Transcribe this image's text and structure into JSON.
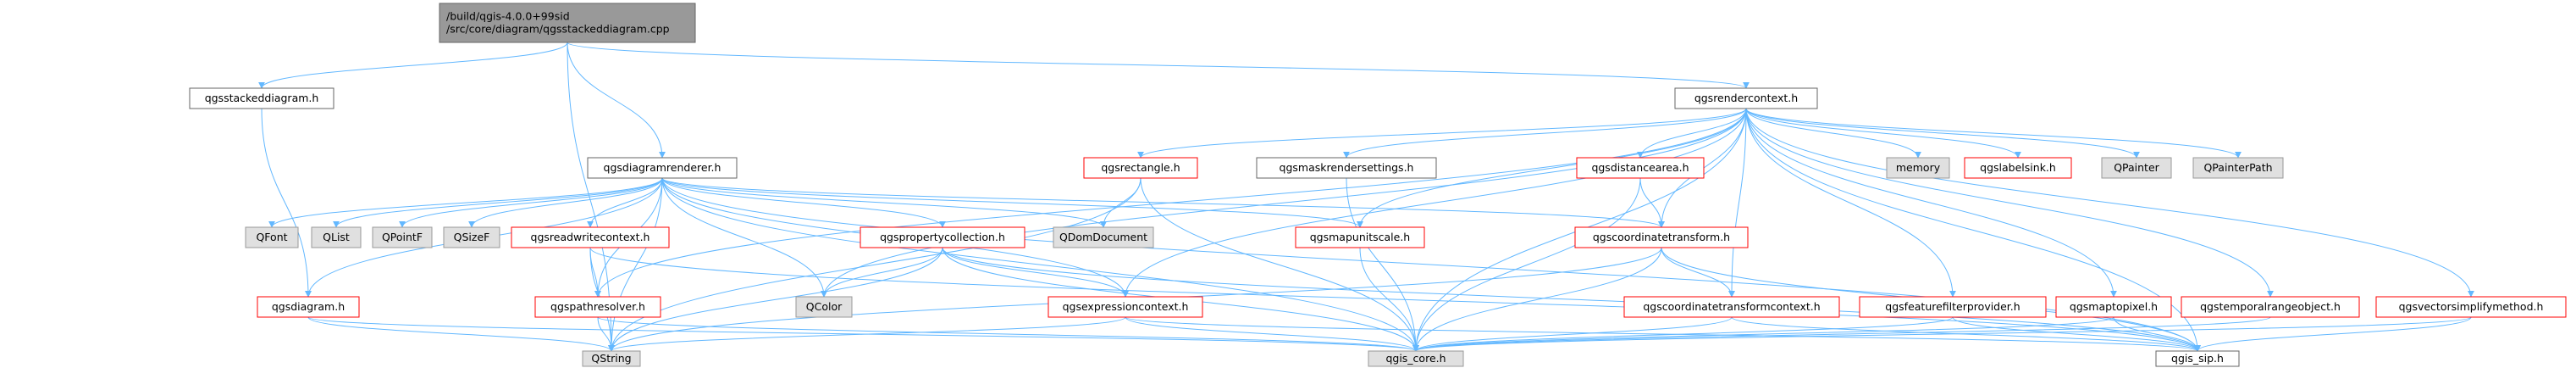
{
  "colors": {
    "root_fill": "#999999",
    "plain_border": "#666666",
    "red_border": "#ff0000",
    "external_fill": "#e0e0e0",
    "external_border": "#999999",
    "edge": "#63b8ff",
    "text": "#000000"
  },
  "nodes": [
    {
      "id": "root",
      "lines": [
        "/build/qgis-4.0.0+99sid",
        "/src/core/diagram/qgsstackeddiagram.cpp"
      ],
      "style": "root"
    },
    {
      "id": "qgsstackeddiagram",
      "lines": [
        "qgsstackeddiagram.h"
      ],
      "style": "plain"
    },
    {
      "id": "qgsdiagramrenderer",
      "lines": [
        "qgsdiagramrenderer.h"
      ],
      "style": "plain"
    },
    {
      "id": "qgsrendercontext",
      "lines": [
        "qgsrendercontext.h"
      ],
      "style": "plain"
    },
    {
      "id": "qgsmaskrendersettings",
      "lines": [
        "qgsmaskrendersettings.h"
      ],
      "style": "plain"
    },
    {
      "id": "qgsrectangle",
      "lines": [
        "qgsrectangle.h"
      ],
      "style": "red"
    },
    {
      "id": "qgsdistancearea",
      "lines": [
        "qgsdistancearea.h"
      ],
      "style": "red"
    },
    {
      "id": "qgslabelsink",
      "lines": [
        "qgslabelsink.h"
      ],
      "style": "red"
    },
    {
      "id": "memory",
      "lines": [
        "memory"
      ],
      "style": "ext"
    },
    {
      "id": "QPainter",
      "lines": [
        "QPainter"
      ],
      "style": "ext"
    },
    {
      "id": "QPainterPath",
      "lines": [
        "QPainterPath"
      ],
      "style": "ext"
    },
    {
      "id": "QFont",
      "lines": [
        "QFont"
      ],
      "style": "ext"
    },
    {
      "id": "QList",
      "lines": [
        "QList"
      ],
      "style": "ext"
    },
    {
      "id": "QPointF",
      "lines": [
        "QPointF"
      ],
      "style": "ext"
    },
    {
      "id": "QSizeF",
      "lines": [
        "QSizeF"
      ],
      "style": "ext"
    },
    {
      "id": "qgsreadwritecontext",
      "lines": [
        "qgsreadwritecontext.h"
      ],
      "style": "red"
    },
    {
      "id": "qgspropertycollection",
      "lines": [
        "qgspropertycollection.h"
      ],
      "style": "red"
    },
    {
      "id": "QDomDocument",
      "lines": [
        "QDomDocument"
      ],
      "style": "ext"
    },
    {
      "id": "qgsmapunitscale",
      "lines": [
        "qgsmapunitscale.h"
      ],
      "style": "red"
    },
    {
      "id": "qgscoordinatetransform",
      "lines": [
        "qgscoordinatetransform.h"
      ],
      "style": "red"
    },
    {
      "id": "qgsdiagram",
      "lines": [
        "qgsdiagram.h"
      ],
      "style": "red"
    },
    {
      "id": "qgspathresolver",
      "lines": [
        "qgspathresolver.h"
      ],
      "style": "red"
    },
    {
      "id": "QColor",
      "lines": [
        "QColor"
      ],
      "style": "ext"
    },
    {
      "id": "qgsexpressioncontext",
      "lines": [
        "qgsexpressioncontext.h"
      ],
      "style": "red"
    },
    {
      "id": "qgscoordinatetransformcontext",
      "lines": [
        "qgscoordinatetransformcontext.h"
      ],
      "style": "red"
    },
    {
      "id": "qgsfeaturefilterprovider",
      "lines": [
        "qgsfeaturefilterprovider.h"
      ],
      "style": "red"
    },
    {
      "id": "qgsmaptopixel",
      "lines": [
        "qgsmaptopixel.h"
      ],
      "style": "red"
    },
    {
      "id": "qgstemporalrangeobject",
      "lines": [
        "qgstemporalrangeobject.h"
      ],
      "style": "red"
    },
    {
      "id": "qgsvectorsimplifymethod",
      "lines": [
        "qgsvectorsimplifymethod.h"
      ],
      "style": "red"
    },
    {
      "id": "QString",
      "lines": [
        "QString"
      ],
      "style": "ext"
    },
    {
      "id": "qgis_core",
      "lines": [
        "qgis_core.h"
      ],
      "style": "ext"
    },
    {
      "id": "qgis_sip",
      "lines": [
        "qgis_sip.h"
      ],
      "style": "plain"
    }
  ],
  "edges": [
    [
      "root",
      "qgsstackeddiagram"
    ],
    [
      "root",
      "qgsdiagramrenderer"
    ],
    [
      "root",
      "qgsrendercontext"
    ],
    [
      "root",
      "QString"
    ],
    [
      "qgsstackeddiagram",
      "qgsdiagram"
    ],
    [
      "qgsdiagramrenderer",
      "QFont"
    ],
    [
      "qgsdiagramrenderer",
      "QList"
    ],
    [
      "qgsdiagramrenderer",
      "QPointF"
    ],
    [
      "qgsdiagramrenderer",
      "QSizeF"
    ],
    [
      "qgsdiagramrenderer",
      "qgsreadwritecontext"
    ],
    [
      "qgsdiagramrenderer",
      "qgspropertycollection"
    ],
    [
      "qgsdiagramrenderer",
      "QDomDocument"
    ],
    [
      "qgsdiagramrenderer",
      "qgsmapunitscale"
    ],
    [
      "qgsdiagramrenderer",
      "qgscoordinatetransform"
    ],
    [
      "qgsdiagramrenderer",
      "qgsdiagram"
    ],
    [
      "qgsdiagramrenderer",
      "qgspathresolver"
    ],
    [
      "qgsdiagramrenderer",
      "QColor"
    ],
    [
      "qgsdiagramrenderer",
      "qgsexpressioncontext"
    ],
    [
      "qgsdiagramrenderer",
      "QString"
    ],
    [
      "qgsdiagramrenderer",
      "qgis_core"
    ],
    [
      "qgsdiagramrenderer",
      "qgis_sip"
    ],
    [
      "qgsrendercontext",
      "qgsrectangle"
    ],
    [
      "qgsrendercontext",
      "qgsmaskrendersettings"
    ],
    [
      "qgsrendercontext",
      "qgsdistancearea"
    ],
    [
      "qgsrendercontext",
      "memory"
    ],
    [
      "qgsrendercontext",
      "qgslabelsink"
    ],
    [
      "qgsrendercontext",
      "QPainter"
    ],
    [
      "qgsrendercontext",
      "QPainterPath"
    ],
    [
      "qgsrendercontext",
      "QColor"
    ],
    [
      "qgsrendercontext",
      "qgsmapunitscale"
    ],
    [
      "qgsrendercontext",
      "qgscoordinatetransform"
    ],
    [
      "qgsrendercontext",
      "qgsexpressioncontext"
    ],
    [
      "qgsrendercontext",
      "qgscoordinatetransformcontext"
    ],
    [
      "qgsrendercontext",
      "qgsfeaturefilterprovider"
    ],
    [
      "qgsrendercontext",
      "qgsmaptopixel"
    ],
    [
      "qgsrendercontext",
      "qgstemporalrangeobject"
    ],
    [
      "qgsrendercontext",
      "qgsvectorsimplifymethod"
    ],
    [
      "qgsrendercontext",
      "qgis_core"
    ],
    [
      "qgsrendercontext",
      "qgis_sip"
    ],
    [
      "qgsrendercontext",
      "qgspathresolver"
    ],
    [
      "qgsmaskrendersettings",
      "qgis_core"
    ],
    [
      "qgsrectangle",
      "QDomDocument"
    ],
    [
      "qgsrectangle",
      "qgis_core"
    ],
    [
      "qgsrectangle",
      "QString"
    ],
    [
      "qgsdistancearea",
      "qgscoordinatetransform"
    ],
    [
      "qgsdistancearea",
      "qgis_core"
    ],
    [
      "qgsreadwritecontext",
      "qgspathresolver"
    ],
    [
      "qgsreadwritecontext",
      "QString"
    ],
    [
      "qgsreadwritecontext",
      "qgis_sip"
    ],
    [
      "qgspropertycollection",
      "QColor"
    ],
    [
      "qgspropertycollection",
      "qgsexpressioncontext"
    ],
    [
      "qgspropertycollection",
      "QString"
    ],
    [
      "qgspropertycollection",
      "qgis_core"
    ],
    [
      "qgspropertycollection",
      "qgis_sip"
    ],
    [
      "qgsmapunitscale",
      "qgis_core"
    ],
    [
      "qgscoordinatetransform",
      "qgscoordinatetransformcontext"
    ],
    [
      "qgscoordinatetransform",
      "QString"
    ],
    [
      "qgscoordinatetransform",
      "qgis_core"
    ],
    [
      "qgscoordinatetransform",
      "qgis_sip"
    ],
    [
      "qgsdiagram",
      "QString"
    ],
    [
      "qgsdiagram",
      "qgis_core"
    ],
    [
      "qgspathresolver",
      "QString"
    ],
    [
      "qgspathresolver",
      "qgis_core"
    ],
    [
      "qgsexpressioncontext",
      "QString"
    ],
    [
      "qgsexpressioncontext",
      "qgis_core"
    ],
    [
      "qgsexpressioncontext",
      "qgis_sip"
    ],
    [
      "qgscoordinatetransformcontext",
      "qgis_core"
    ],
    [
      "qgscoordinatetransformcontext",
      "qgis_sip"
    ],
    [
      "qgsfeaturefilterprovider",
      "qgis_core"
    ],
    [
      "qgsfeaturefilterprovider",
      "qgis_sip"
    ],
    [
      "qgsmaptopixel",
      "qgis_core"
    ],
    [
      "qgsmaptopixel",
      "qgis_sip"
    ],
    [
      "qgstemporalrangeobject",
      "qgis_core"
    ],
    [
      "qgsvectorsimplifymethod",
      "qgis_core"
    ],
    [
      "qgsvectorsimplifymethod",
      "qgis_sip"
    ]
  ]
}
